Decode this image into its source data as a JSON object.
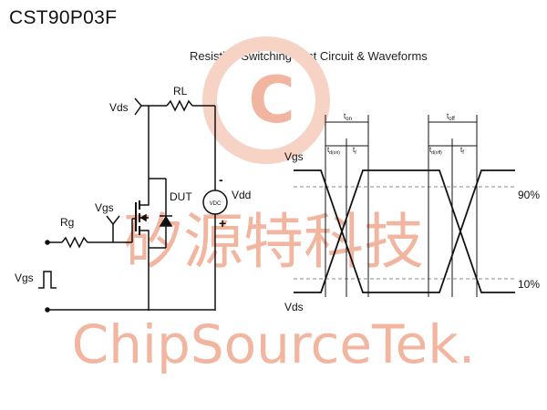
{
  "header": {
    "part_number": "CST90P03F",
    "diagram_title": "Resistive Switching Test Circuit & Waveforms"
  },
  "watermark": {
    "text_cn": "矽源特科技",
    "text_en": "ChipSourceTek."
  },
  "circuit": {
    "labels": {
      "vds": "Vds",
      "rl": "RL",
      "vgs": "Vgs",
      "dut": "DUT",
      "vdc": "VDC",
      "vdd": "Vdd",
      "rg": "Rg",
      "vgs_pulse": "Vgs",
      "minus": "-",
      "plus": "+"
    }
  },
  "waveforms": {
    "labels": {
      "vgs": "Vgs",
      "vds": "Vds",
      "pct90": "90%",
      "pct10": "10%",
      "ton": "t",
      "ton_sub": "on",
      "tdon": "t",
      "tdon_sub": "d(on)",
      "tr": "t",
      "tr_sub": "r",
      "toff": "t",
      "toff_sub": "off",
      "tdoff": "t",
      "tdoff_sub": "d(off)",
      "tf": "t",
      "tf_sub": "f"
    }
  },
  "colors": {
    "line": "#111111",
    "dashed": "#888888",
    "watermark": "#f2b6a0"
  }
}
